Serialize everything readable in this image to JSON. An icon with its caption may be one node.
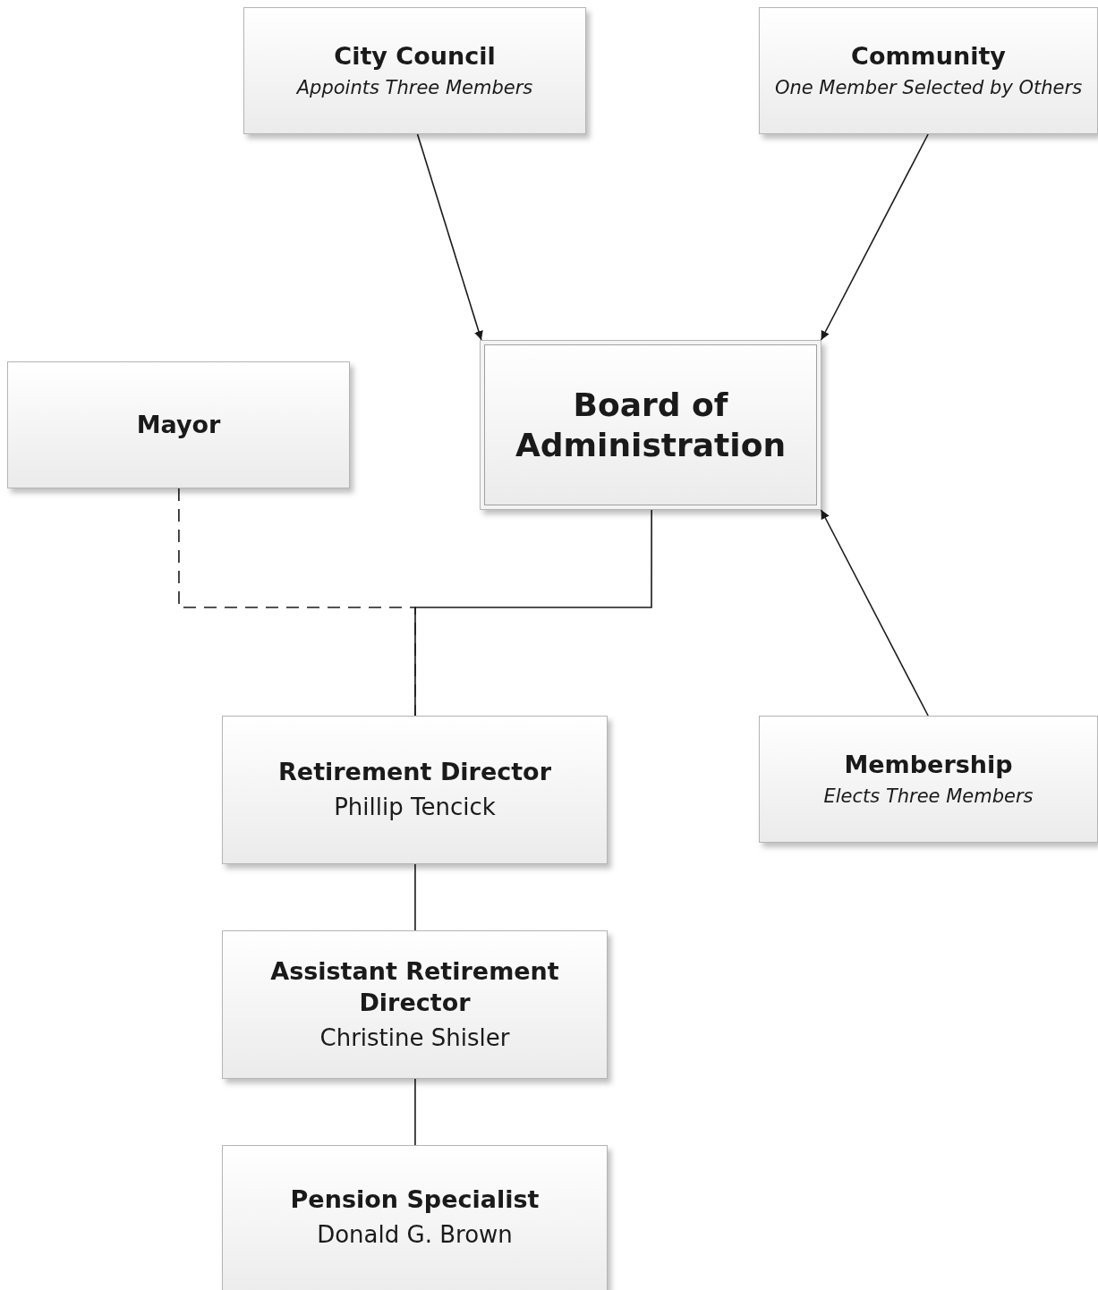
{
  "diagram": {
    "nodes": [
      {
        "text": [
          "City Council",
          "Appoints Three Members"
        ]
      },
      {
        "text": [
          "Community",
          "One Member Selected by Others"
        ]
      },
      {
        "text": [
          "Board of Administration"
        ]
      },
      {
        "text": [
          "Mayor"
        ]
      },
      {
        "text": [
          "Retirement Director",
          "Phillip Tencick"
        ]
      },
      {
        "text": [
          "Assistant Retirement Director",
          "Christine Shisler"
        ]
      },
      {
        "text": [
          "Pension Specialist",
          "Donald G. Brown"
        ]
      },
      {
        "text": [
          "Membership",
          "Elects Three Members"
        ]
      }
    ],
    "edges": [
      {
        "from": 0,
        "to": 2,
        "arrow": "to"
      },
      {
        "from": 1,
        "to": 2,
        "arrow": "to"
      },
      {
        "from": 7,
        "to": 2,
        "arrow": "to"
      },
      {
        "from": 2,
        "to": 4,
        "arrow": "none"
      },
      {
        "from": 3,
        "to": 4,
        "arrow": "none",
        "style": "dashed"
      },
      {
        "from": 4,
        "to": 5,
        "arrow": "none"
      },
      {
        "from": 5,
        "to": 6,
        "arrow": "none"
      }
    ]
  }
}
